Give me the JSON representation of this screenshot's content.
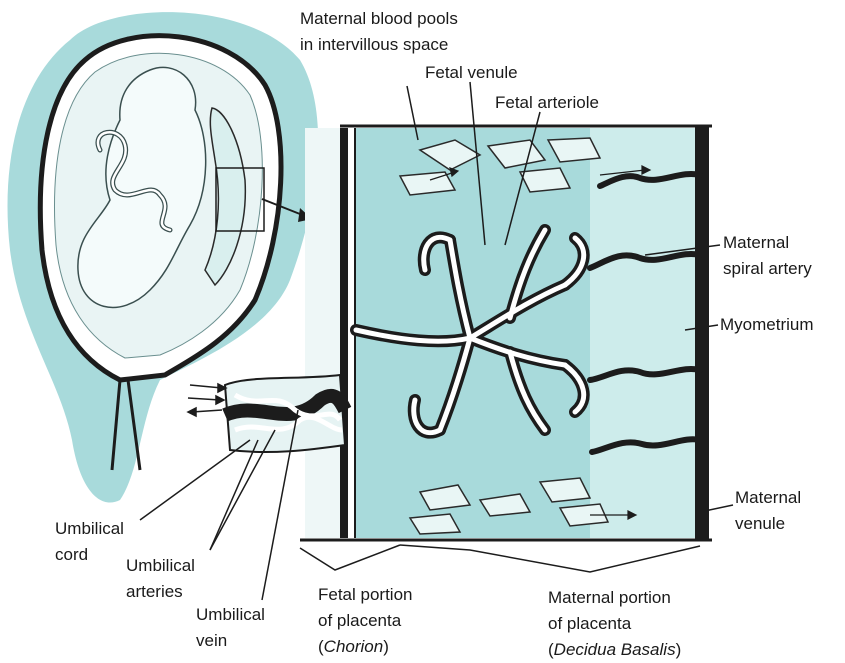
{
  "labels": {
    "maternal_blood_pools": [
      "Maternal blood pools",
      "in intervillous space"
    ],
    "fetal_venule": "Fetal venule",
    "fetal_arteriole": "Fetal arteriole",
    "maternal_spiral_artery": [
      "Maternal",
      "spiral artery"
    ],
    "myometrium": "Myometrium",
    "maternal_venule": [
      "Maternal",
      "venule"
    ],
    "umbilical_cord": [
      "Umbilical",
      "cord"
    ],
    "umbilical_arteries": [
      "Umbilical",
      "arteries"
    ],
    "umbilical_vein": [
      "Umbilical",
      "vein"
    ],
    "fetal_portion": [
      "Fetal portion",
      "of placenta",
      "(",
      "Chorion",
      ")"
    ],
    "maternal_portion": [
      "Maternal portion",
      "of placenta",
      "(",
      "Decidua Basalis",
      ")"
    ]
  },
  "colors": {
    "teal_fill": "#a8dadb",
    "teal_light": "#cdeceb",
    "line": "#1c1c1c",
    "vessel": "#ffffff"
  }
}
